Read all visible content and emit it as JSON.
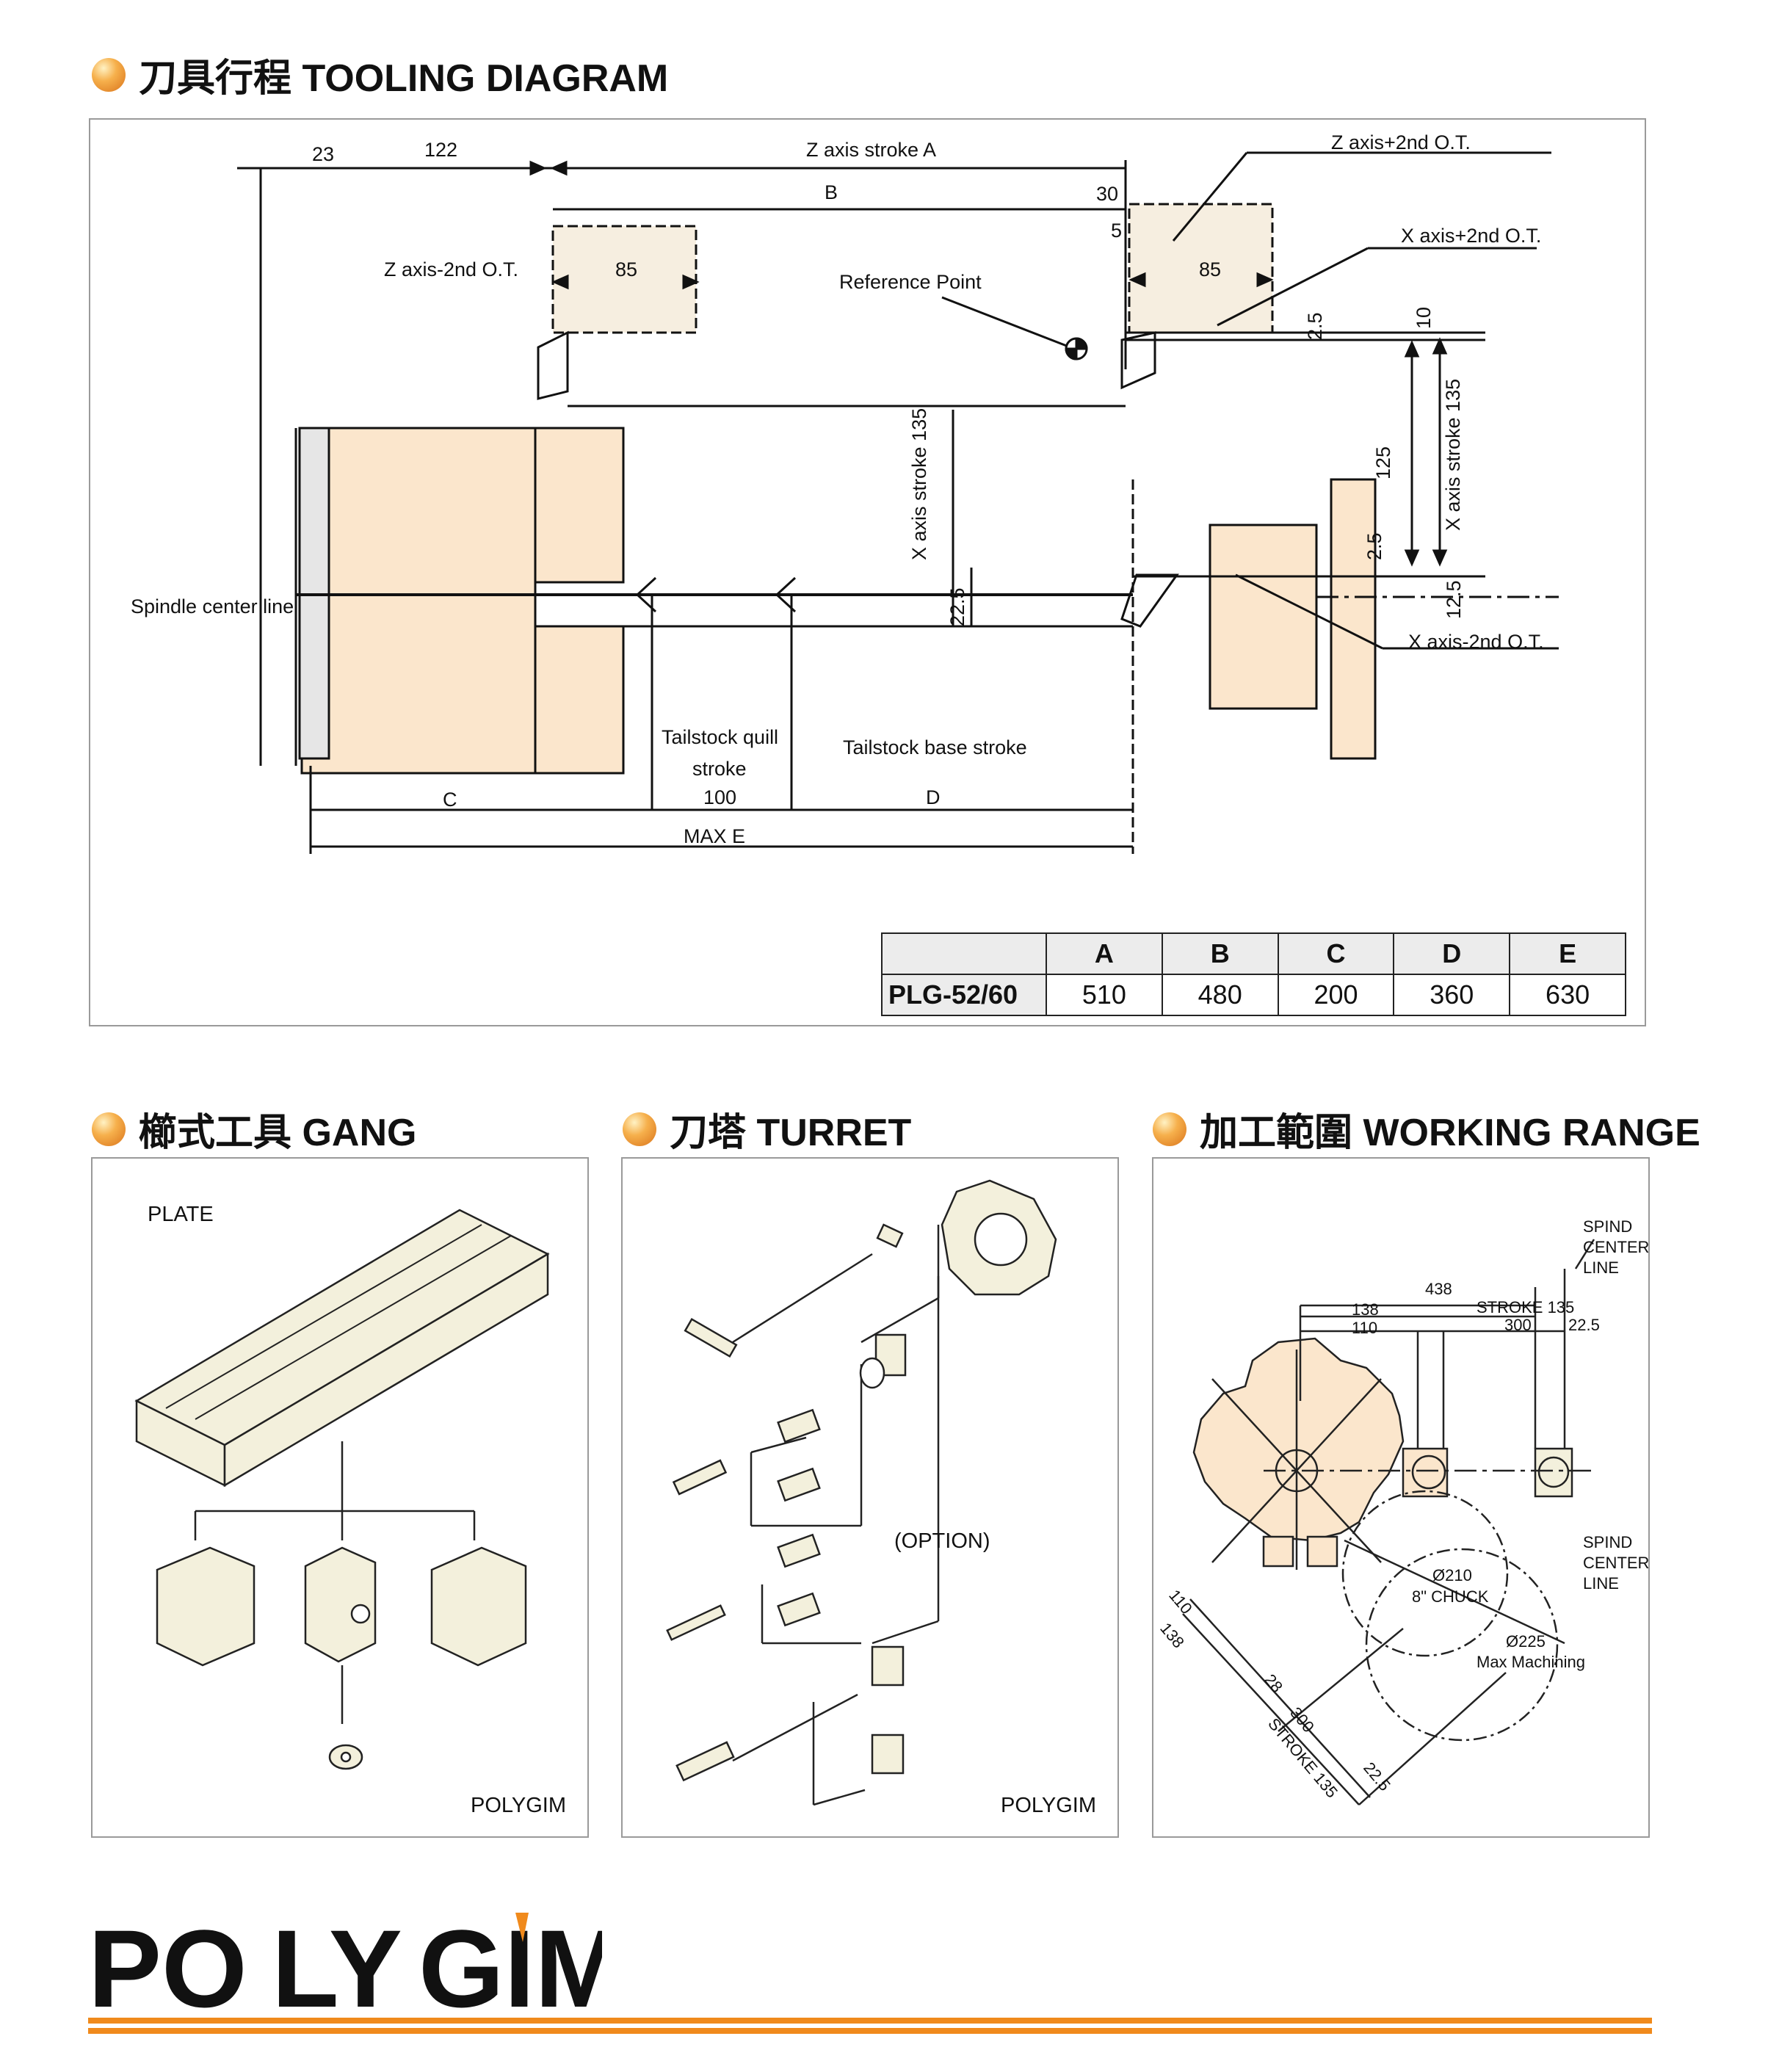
{
  "sections": {
    "tooling": {
      "title": "刀具行程 TOOLING DIAGRAM"
    },
    "gang": {
      "title": "櫛式工具 GANG",
      "plate_label": "PLATE",
      "brand": "POLYGIM"
    },
    "turret": {
      "title": "刀塔 TURRET",
      "option_label": "(OPTION)",
      "brand": "POLYGIM"
    },
    "working_range": {
      "title": "加工範圍 WORKING RANGE"
    }
  },
  "tooling_labels": {
    "d23": "23",
    "d122": "122",
    "z_stroke_a": "Z axis stroke A",
    "z_plus_ot": "Z axis+2nd O.T.",
    "b": "B",
    "d30": "30",
    "d5": "5",
    "x_plus_ot": "X axis+2nd O.T.",
    "z_minus_ot": "Z axis-2nd O.T.",
    "d85_left": "85",
    "d85_right": "85",
    "ref_point": "Reference Point",
    "d2_5_top": "2.5",
    "d10": "10",
    "d125": "125",
    "x_stroke_135_right": "X axis stroke 135",
    "x_stroke_135_mid": "X axis stroke 135",
    "d2_5_mid": "2.5",
    "d22_5": "22.5",
    "d12_5": "12.5",
    "x_minus_ot": "X axis-2nd O.T.",
    "spindle_center": "Spindle center line",
    "tail_quill_1": "Tailstock quill",
    "tail_quill_2": "stroke",
    "tail_base": "Tailstock base stroke",
    "c": "C",
    "d100": "100",
    "d": "D",
    "max_e": "MAX E"
  },
  "dimension_table": {
    "headers": [
      "",
      "A",
      "B",
      "C",
      "D",
      "E"
    ],
    "rows": [
      [
        "PLG-52/60",
        "510",
        "480",
        "200",
        "360",
        "630"
      ]
    ]
  },
  "working_range_labels": {
    "spind_top_1": "SPIND",
    "spind_top_2": "CENTER",
    "spind_top_3": "LINE",
    "d438": "438",
    "d138": "138",
    "stroke_135": "STROKE 135",
    "d110": "110",
    "d300": "300",
    "d22_5": "22.5",
    "spind_mid_1": "SPIND",
    "spind_mid_2": "CENTER",
    "spind_mid_3": "LINE",
    "d210": "Ø210",
    "chuck": "8\" CHUCK",
    "d225": "Ø225",
    "max_machining": "Max Machining",
    "b110": "110",
    "b138": "138",
    "b28": "28",
    "b300": "300",
    "b_stroke_135": "STROKE 135",
    "b22_5": "22.5"
  },
  "logo": {
    "text_1": "PO",
    "text_2": "LY",
    "text_3": "GIM",
    "accent_color": "#f08a1c",
    "text_color": "#555555"
  },
  "colors": {
    "part_fill": "#fbe6cc",
    "plate_fill": "#f3f0dc",
    "panel_border": "#9a9a9a"
  }
}
